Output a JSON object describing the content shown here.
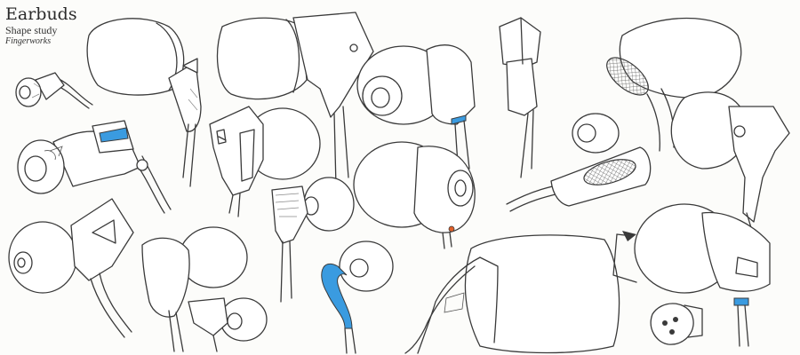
{
  "sheet": {
    "title": "Earbuds",
    "subtitle": "Shape study",
    "credit": "Fingerworks"
  },
  "colors": {
    "ink": "#3a3a3a",
    "accent_blue": "#3a9be0",
    "accent_orange": "#e0602a",
    "paper": "#fcfcfa"
  }
}
